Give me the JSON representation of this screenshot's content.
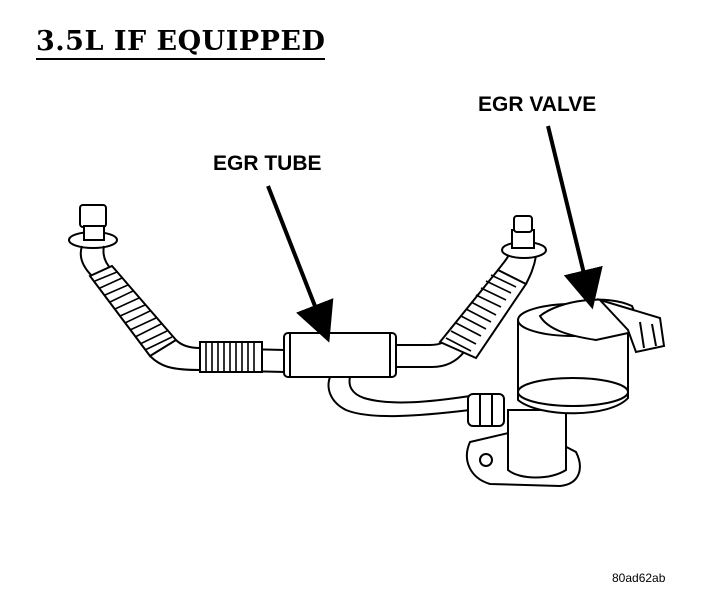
{
  "title": "3.5L IF EQUIPPED",
  "labels": {
    "egr_tube": "EGR TUBE",
    "egr_valve": "EGR VALVE"
  },
  "figure_code": "80ad62ab",
  "colors": {
    "ink": "#000000",
    "paper": "#ffffff"
  }
}
